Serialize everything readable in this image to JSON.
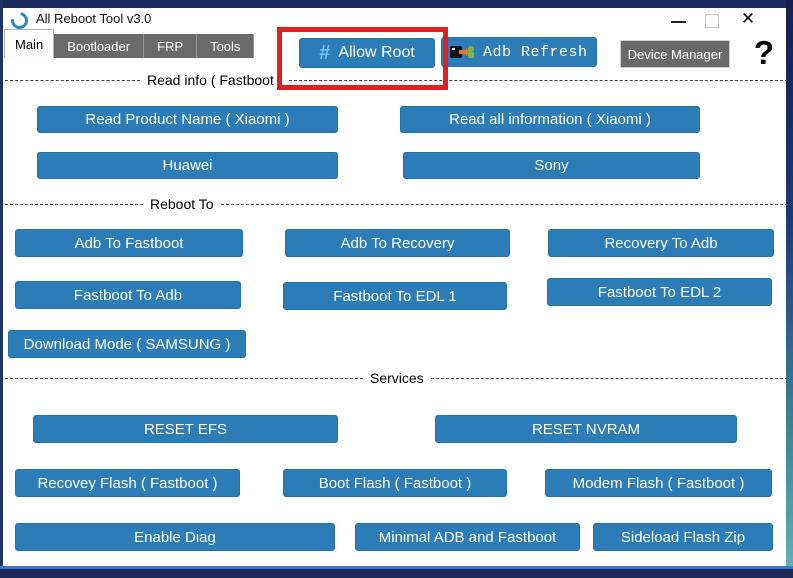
{
  "window": {
    "title": "All Reboot Tool v3.0"
  },
  "tabs": [
    {
      "label": "Main",
      "active": true
    },
    {
      "label": "Bootloader",
      "active": false
    },
    {
      "label": "FRP",
      "active": false
    },
    {
      "label": "Tools",
      "active": false
    }
  ],
  "toolbar": {
    "allow_root_label": "Allow Root",
    "allow_root_icon": "#",
    "adb_refresh_label": "Adb Refresh",
    "device_manager_label": "Device Manager",
    "help_label": "?"
  },
  "sections": {
    "read_info": {
      "title": "Read info ( Fastboot )",
      "buttons": [
        {
          "label": "Read Product Name ( Xiaomi )"
        },
        {
          "label": "Read all information ( Xiaomi )"
        },
        {
          "label": "Huawei"
        },
        {
          "label": "Sony"
        }
      ]
    },
    "reboot_to": {
      "title": "Reboot To",
      "buttons": [
        {
          "label": "Adb To Fastboot"
        },
        {
          "label": "Adb To Recovery"
        },
        {
          "label": "Recovery To Adb"
        },
        {
          "label": "Fastboot To Adb"
        },
        {
          "label": "Fastboot To EDL 1"
        },
        {
          "label": "Fastboot To EDL 2"
        },
        {
          "label": "Download Mode ( SAMSUNG )"
        }
      ]
    },
    "services": {
      "title": "Services",
      "buttons": [
        {
          "label": "RESET EFS"
        },
        {
          "label": "RESET NVRAM"
        },
        {
          "label": "Recovey Flash ( Fastboot )"
        },
        {
          "label": "Boot Flash ( Fastboot )"
        },
        {
          "label": "Modem Flash ( Fastboot )"
        },
        {
          "label": "Enable Diag"
        },
        {
          "label": "Minimal ADB and Fastboot"
        },
        {
          "label": "Sideload Flash Zip"
        }
      ]
    }
  },
  "colors": {
    "button_blue": "#2b7cb7",
    "tab_gray": "#6a6a6a",
    "annotation_red": "#e01f1f",
    "edge_navy": "#1b2a5e"
  }
}
